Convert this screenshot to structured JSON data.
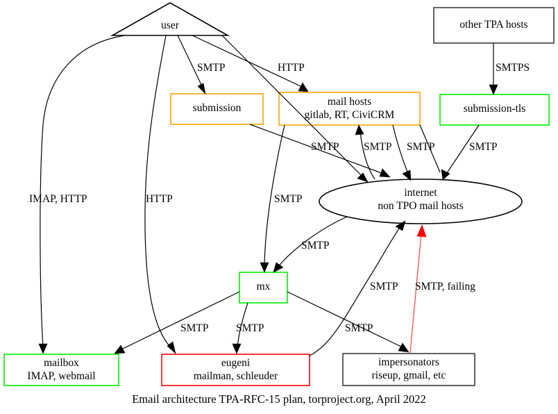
{
  "diagram": {
    "caption": "Email architecture TPA-RFC-15 plan, torproject.org, April 2022",
    "colors": {
      "orange": "#ffa500",
      "green": "#00ee00",
      "red": "#ff0000",
      "dark": "#3b3b3b",
      "black": "#000000",
      "failing_edge": "#ff4040",
      "background": "#ffffff"
    },
    "nodes": [
      {
        "id": "user",
        "shape": "triangle",
        "border": "black",
        "line1": "user",
        "line2": ""
      },
      {
        "id": "other-tpa-hosts",
        "shape": "box",
        "border": "dark",
        "line1": "other TPA hosts",
        "line2": ""
      },
      {
        "id": "submission",
        "shape": "box",
        "border": "orange",
        "line1": "submission",
        "line2": ""
      },
      {
        "id": "mail-hosts",
        "shape": "box",
        "border": "orange",
        "line1": "mail hosts",
        "line2": "gitlab, RT, CiviCRM"
      },
      {
        "id": "submission-tls",
        "shape": "box",
        "border": "green",
        "line1": "submission-tls",
        "line2": ""
      },
      {
        "id": "internet",
        "shape": "ellipse",
        "border": "black",
        "line1": "internet",
        "line2": "non TPO mail hosts"
      },
      {
        "id": "mx",
        "shape": "box",
        "border": "green",
        "line1": "mx",
        "line2": ""
      },
      {
        "id": "mailbox",
        "shape": "box",
        "border": "green",
        "line1": "mailbox",
        "line2": "IMAP, webmail"
      },
      {
        "id": "eugeni",
        "shape": "box",
        "border": "red",
        "line1": "eugeni",
        "line2": "mailman, schleuder"
      },
      {
        "id": "impersonators",
        "shape": "box",
        "border": "dark",
        "line1": "impersonators",
        "line2": "riseup, gmail, etc"
      }
    ],
    "edges": [
      {
        "id": "user-submission",
        "from": "user",
        "to": "submission",
        "label": "SMTP",
        "style": "normal"
      },
      {
        "id": "user-mail-hosts",
        "from": "user",
        "to": "mail hosts",
        "label": "HTTP",
        "style": "normal"
      },
      {
        "id": "user-mailbox",
        "from": "user",
        "to": "mailbox",
        "label": "IMAP, HTTP",
        "style": "normal"
      },
      {
        "id": "user-eugeni",
        "from": "user",
        "to": "eugeni",
        "label": "HTTP",
        "style": "normal"
      },
      {
        "id": "user-internet",
        "from": "user",
        "to": "internet",
        "label": "",
        "style": "normal"
      },
      {
        "id": "other-tpa-hosts-submission-tls",
        "from": "other TPA hosts",
        "to": "submission-tls",
        "label": "SMTPS",
        "style": "normal"
      },
      {
        "id": "submission-internet",
        "from": "submission",
        "to": "internet",
        "label": "SMTP",
        "style": "normal"
      },
      {
        "id": "mail-hosts-internet-a",
        "from": "mail hosts",
        "to": "internet",
        "label": "SMTP",
        "style": "normal"
      },
      {
        "id": "mail-hosts-internet-b",
        "from": "mail hosts",
        "to": "internet",
        "label": "SMTP",
        "style": "normal"
      },
      {
        "id": "internet-mail-hosts",
        "from": "internet",
        "to": "mail hosts",
        "label": "SMTP",
        "style": "normal"
      },
      {
        "id": "submission-tls-internet",
        "from": "submission-tls",
        "to": "internet",
        "label": "SMTP",
        "style": "normal"
      },
      {
        "id": "mail-hosts-mx",
        "from": "mail hosts",
        "to": "mx",
        "label": "SMTP",
        "style": "normal"
      },
      {
        "id": "internet-mx",
        "from": "internet",
        "to": "mx",
        "label": "SMTP",
        "style": "normal"
      },
      {
        "id": "mx-mailbox",
        "from": "mx",
        "to": "mailbox",
        "label": "SMTP",
        "style": "normal"
      },
      {
        "id": "mx-eugeni",
        "from": "mx",
        "to": "eugeni",
        "label": "SMTP",
        "style": "normal"
      },
      {
        "id": "mx-impersonators",
        "from": "mx",
        "to": "impersonators",
        "label": "SMTP",
        "style": "normal"
      },
      {
        "id": "eugeni-internet",
        "from": "eugeni",
        "to": "internet",
        "label": "SMTP",
        "style": "normal"
      },
      {
        "id": "impersonators-internet",
        "from": "impersonators",
        "to": "internet",
        "label": "SMTP, failing",
        "style": "failing"
      }
    ],
    "edge_labels": [
      {
        "id": "label-smtp-user-submission",
        "text": "SMTP"
      },
      {
        "id": "label-http-user-mail-hosts",
        "text": "HTTP"
      },
      {
        "id": "label-smtps",
        "text": "SMTPS"
      },
      {
        "id": "label-imap-http",
        "text": "IMAP, HTTP"
      },
      {
        "id": "label-http-user-eugeni",
        "text": "HTTP"
      },
      {
        "id": "label-smtp-row-1",
        "text": "SMTP"
      },
      {
        "id": "label-smtp-row-2",
        "text": "SMTP"
      },
      {
        "id": "label-smtp-row-3",
        "text": "SMTP"
      },
      {
        "id": "label-smtp-row-4",
        "text": "SMTP"
      },
      {
        "id": "label-smtp-submission-internet",
        "text": "SMTP"
      },
      {
        "id": "label-smtp-internet-mx",
        "text": "SMTP"
      },
      {
        "id": "label-smtp-mx-mailbox",
        "text": "SMTP"
      },
      {
        "id": "label-smtp-mx-eugeni",
        "text": "SMTP"
      },
      {
        "id": "label-smtp-mx-impersonators",
        "text": "SMTP"
      },
      {
        "id": "label-smtp-eugeni-internet",
        "text": "SMTP"
      },
      {
        "id": "label-smtp-failing",
        "text": "SMTP, failing"
      }
    ]
  }
}
